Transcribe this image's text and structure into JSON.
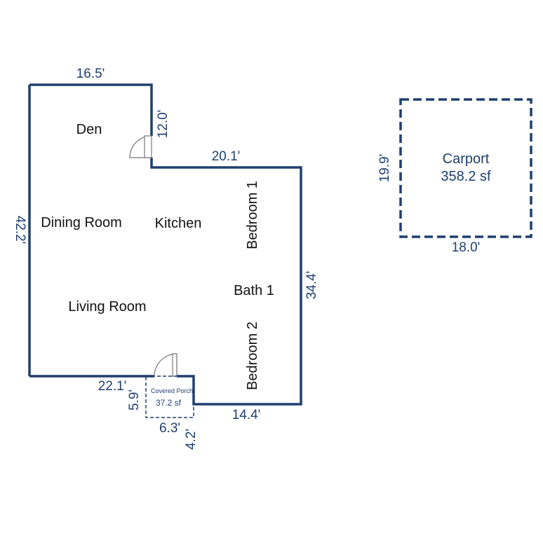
{
  "colors": {
    "wall": "#1f3f6e",
    "text": "#111111",
    "door": "#777777"
  },
  "main_structure": {
    "dimensions": {
      "top": "16.5'",
      "den_right": "12.0'",
      "kitchen_top": "20.1'",
      "left": "42.2'",
      "right": "34.4'",
      "bottom_left": "22.1'",
      "bottom_right": "14.4'"
    },
    "rooms": {
      "den": "Den",
      "dining_room": "Dining Room",
      "kitchen": "Kitchen",
      "living_room": "Living Room",
      "bedroom_1": "Bedroom 1",
      "bath_1": "Bath 1",
      "bedroom_2": "Bedroom 2"
    }
  },
  "porch": {
    "label": "Covered Porch",
    "area": "37.2 sf",
    "dim_left": "5.9'",
    "dim_bottom": "6.3'",
    "dim_right": "4.2'"
  },
  "carport": {
    "label": "Carport",
    "area": "358.2 sf",
    "dim_left": "19.9'",
    "dim_bottom": "18.0'"
  }
}
